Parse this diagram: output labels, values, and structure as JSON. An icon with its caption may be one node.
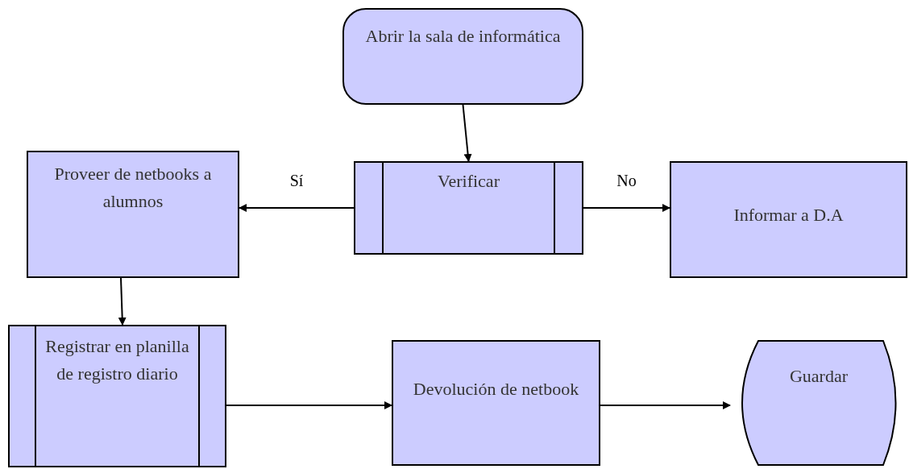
{
  "diagram": {
    "nodes": [
      {
        "text": [
          "Abrir la sala de informática"
        ]
      },
      {
        "text": [
          "Proveer de netbooks a alumnos"
        ]
      },
      {
        "text": [
          "Verificar"
        ]
      },
      {
        "text": [
          "Informar a D.A"
        ]
      },
      {
        "text": [
          "Registrar en planilla de registro diario"
        ]
      },
      {
        "text": [
          "Devolución de netbook"
        ]
      },
      {
        "text": [
          "Guardar"
        ]
      }
    ],
    "edges": [
      {
        "from": 0,
        "to": 2,
        "arrow": "to"
      },
      {
        "from": 2,
        "to": 1,
        "arrow": "to",
        "label": "Sí"
      },
      {
        "from": 2,
        "to": 3,
        "arrow": "to",
        "label": "No"
      },
      {
        "from": 1,
        "to": 4,
        "arrow": "to"
      },
      {
        "from": 4,
        "to": 5,
        "arrow": "to"
      },
      {
        "from": 5,
        "to": 6,
        "arrow": "to"
      }
    ]
  }
}
